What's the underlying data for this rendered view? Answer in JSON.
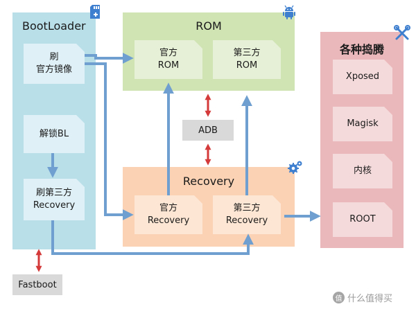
{
  "bootloader": {
    "title": "BootLoader",
    "flash_official": [
      "刷",
      "官方镜像"
    ],
    "unlock": "解锁BL",
    "flash_third": [
      "刷第三方",
      "Recovery"
    ]
  },
  "rom": {
    "title": "ROM",
    "official": [
      "官方",
      "ROM"
    ],
    "third": [
      "第三方",
      "ROM"
    ]
  },
  "adb": "ADB",
  "recovery": {
    "title": "Recovery",
    "official": [
      "官方",
      "Recovery"
    ],
    "third": [
      "第三方",
      "Recovery"
    ]
  },
  "tinkering": {
    "title": "各种捣腾",
    "items": [
      "Xposed",
      "Magisk",
      "内核",
      "ROOT"
    ]
  },
  "fastboot": "Fastboot",
  "watermark": {
    "icon_text": "值",
    "text": "什么值得买"
  },
  "colors": {
    "bootloader_bg": "#b9dfe9",
    "rom_bg": "#cfe3b3",
    "recovery_bg": "#fbd2b4",
    "tinkering_bg": "#eab8bb",
    "arrow_blue": "#6f9fd0",
    "arrow_red": "#d43a3a"
  },
  "icons": [
    "sd-card-icon",
    "android-icon",
    "gear-icon",
    "wrench-icon"
  ]
}
